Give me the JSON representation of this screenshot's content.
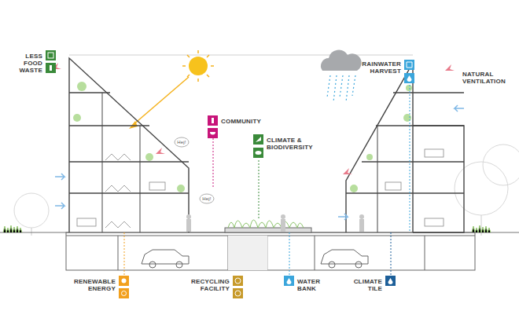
{
  "diagram": {
    "labels": [
      "LESS FOOD WASTE",
      "RAINWATER HARVEST",
      "NATURAL VENTILATION",
      "COMMUNITY",
      "CLIMATE & BIODIVERSITY",
      "Hej!",
      "Hej!",
      "RENEWABLE ENERGY",
      "RECYCLING FACILITY",
      "WATER BANK",
      "CLIMATE TILE"
    ]
  }
}
